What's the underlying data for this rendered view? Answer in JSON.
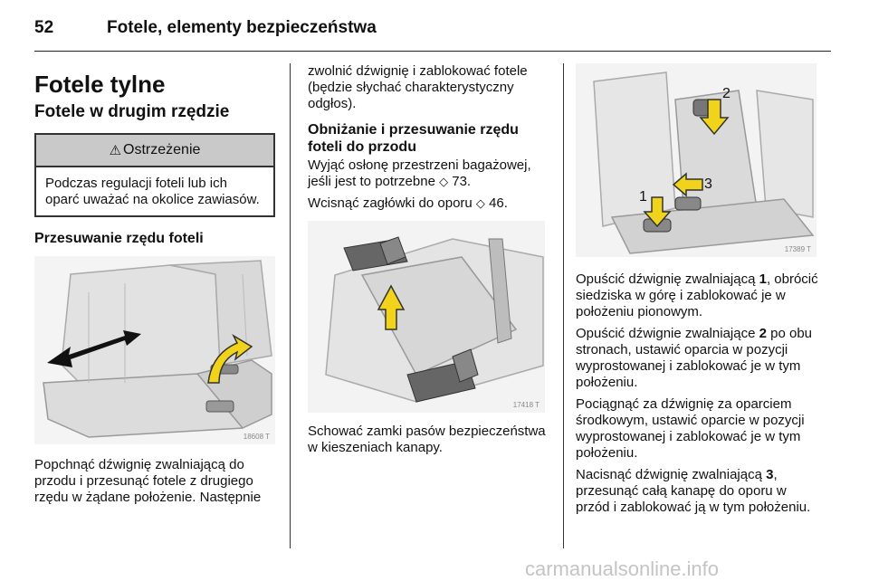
{
  "header": {
    "page_number": "52",
    "title": "Fotele, elementy bezpieczeństwa"
  },
  "col1": {
    "section_title": "Fotele tylne",
    "subsection_title": "Fotele w drugim rzędzie",
    "warning": {
      "icon": "warning-triangle-icon",
      "icon_glyph": "⚠",
      "title": "Ostrzeżenie",
      "body": "Podczas regulacji foteli lub ich oparć uważać na okolice zawiasów."
    },
    "heading_move": "Przesuwanie rzędu foteli",
    "figure_code": "18608 T",
    "para_move": "Popchnąć dźwignię zwalniającą do przodu i przesunąć fotele z drugiego rzędu w żądane położenie. Następnie"
  },
  "col2": {
    "para_cont": "zwolnić dźwignię i zablokować fotele (będzie słychać charakterystyczny odgłos).",
    "heading_lower": "Obniżanie i przesuwanie rzędu foteli do przodu",
    "para_remove_pre": "Wyjąć osłonę przestrzeni bagażowej, jeśli jest to potrzebne ",
    "xref_glyph": "◇",
    "para_remove_ref": "73.",
    "para_headrest_pre": "Wcisnąć zagłówki do oporu ",
    "para_headrest_ref": "46.",
    "figure_code": "17418 T",
    "para_belts": "Schować zamki pasów bezpieczeństwa w kieszeniach kanapy."
  },
  "col3": {
    "figure_code": "17389 T",
    "callouts": [
      "1",
      "2",
      "3"
    ],
    "p1_pre": "Opuścić dźwignię zwalniającą ",
    "p1_num": "1",
    "p1_post": ", obrócić siedziska w górę i zablokować je w położeniu pionowym.",
    "p2_pre": "Opuścić dźwignie zwalniające ",
    "p2_num": "2",
    "p2_post": " po obu stronach, ustawić oparcia w pozycji wyprostowanej i zablokować je w tym położeniu.",
    "p3": "Pociągnąć za dźwignię za oparciem środkowym, ustawić oparcie w pozycji wyprostowanej i zablokować je w tym położeniu.",
    "p4_pre": "Nacisnąć dźwignię zwalniającą ",
    "p4_num": "3",
    "p4_post": ", przesunąć całą kanapę do oporu w przód i zablokować ją w tym położeniu."
  },
  "watermark": "carmanualsonline.info",
  "colors": {
    "arrow_yellow": "#f2d31b",
    "warning_header_bg": "#c9c9c9",
    "figure_bg": "#f6f6f6"
  }
}
